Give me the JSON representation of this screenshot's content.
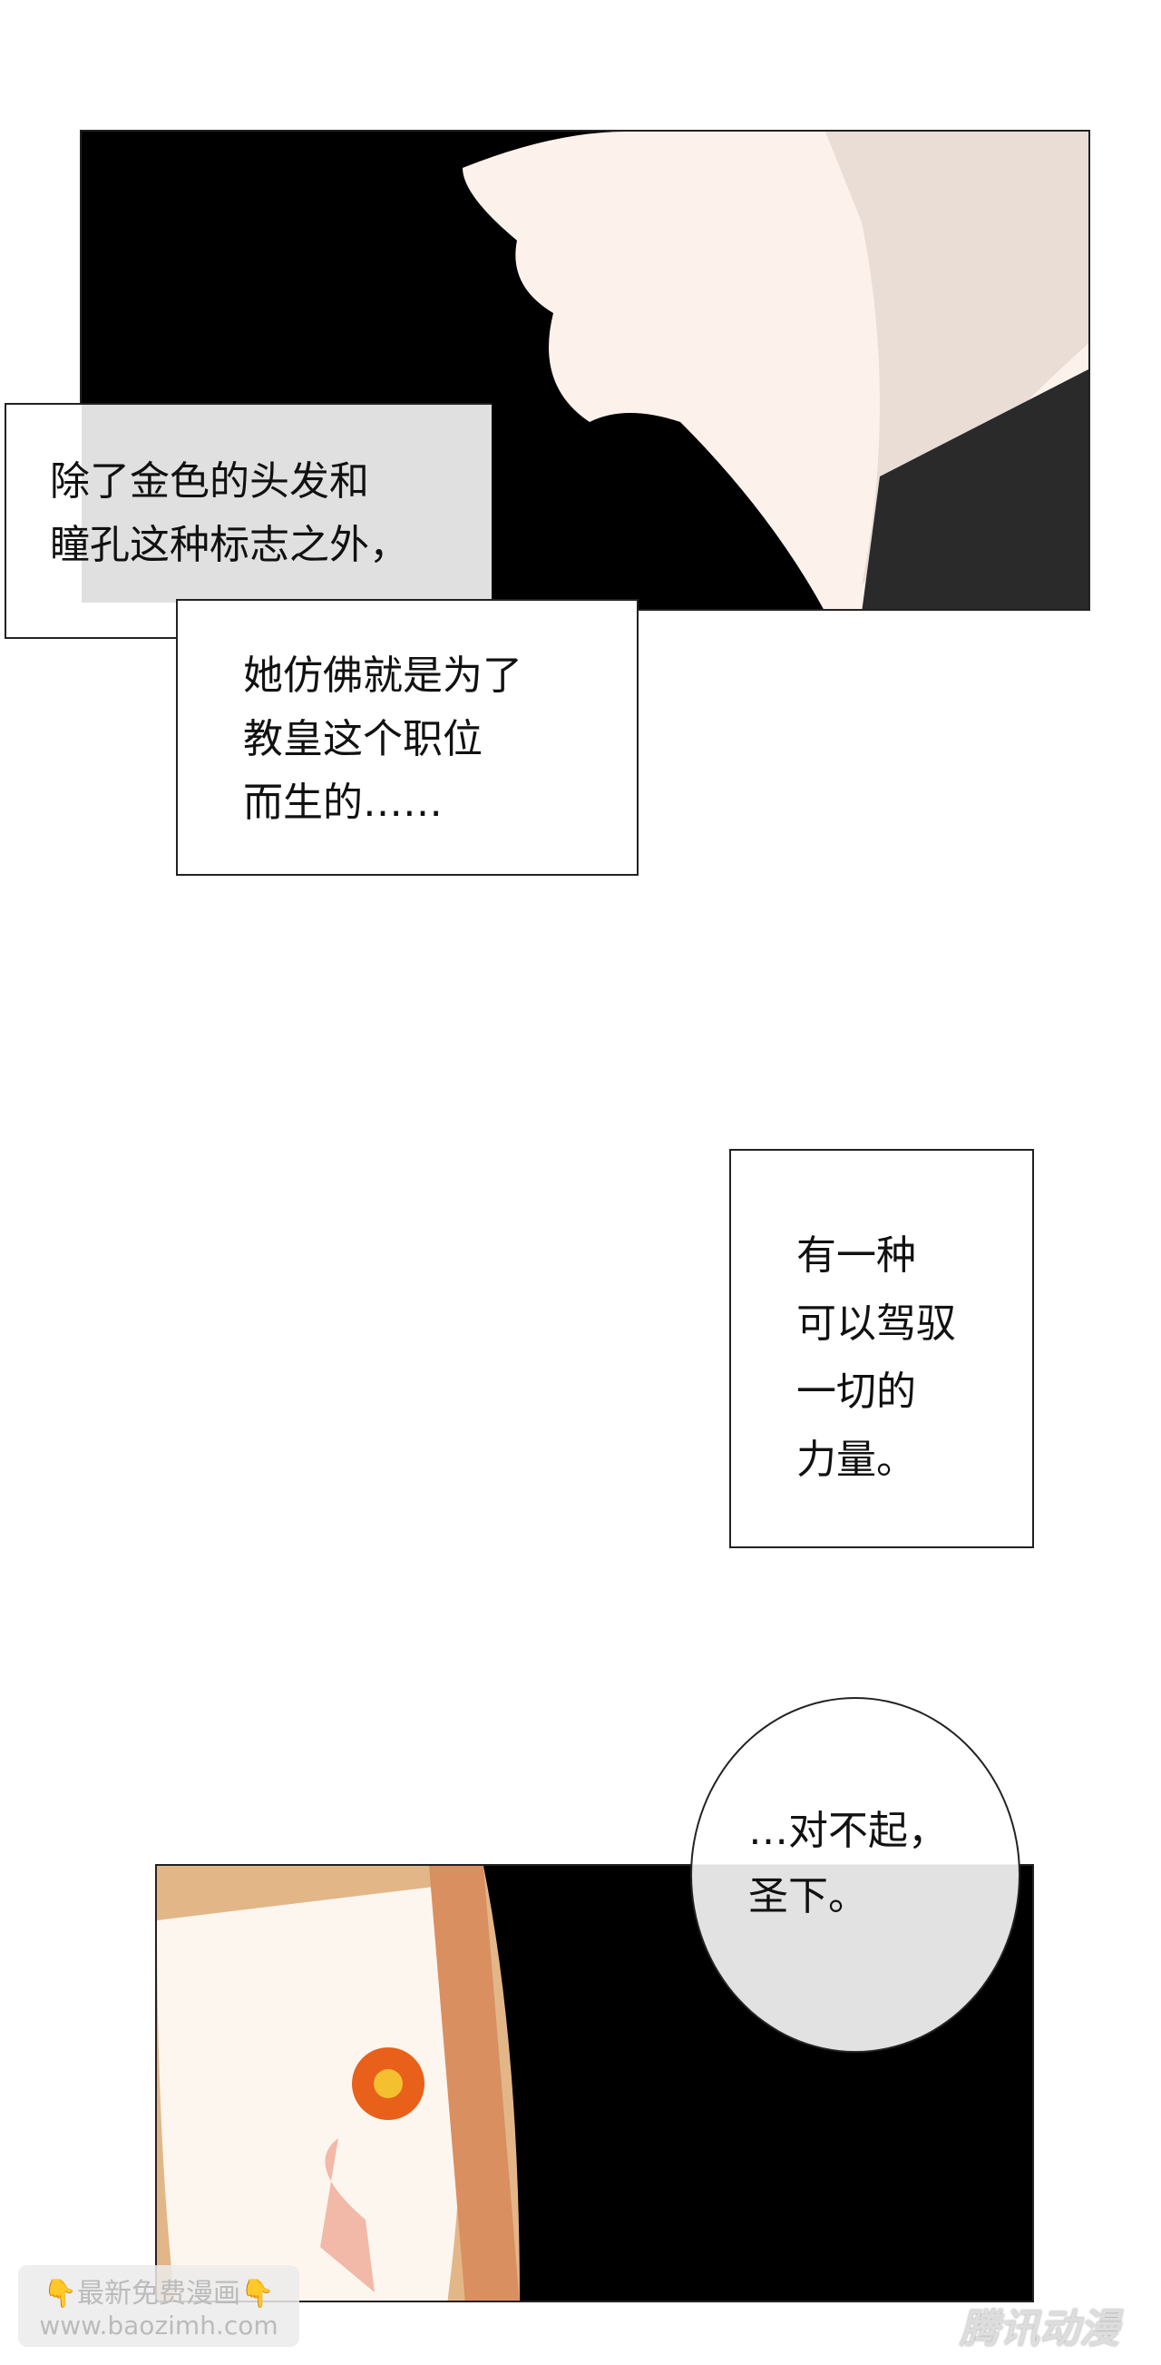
{
  "captions": {
    "box1": [
      "除了金色的头发和",
      "瞳孔这种标志之外，"
    ],
    "box2": [
      "她仿佛就是为了",
      "教皇这个职位",
      "而生的……"
    ],
    "box3": [
      "有一种",
      "可以驾驭",
      "一切的",
      "力量。"
    ]
  },
  "bubble": [
    "…对不起，",
    "圣下。"
  ],
  "watermark": {
    "line1": "最新免费漫画",
    "line2": "www.baozimh.com",
    "hand_icon": "pointing-down-hand-icon",
    "brand": "腾讯动漫"
  },
  "colors": {
    "panel_bg": "#000000",
    "skin": "#fdf1e8",
    "hair": "#e8c7a0",
    "eye": "#e8601a"
  }
}
